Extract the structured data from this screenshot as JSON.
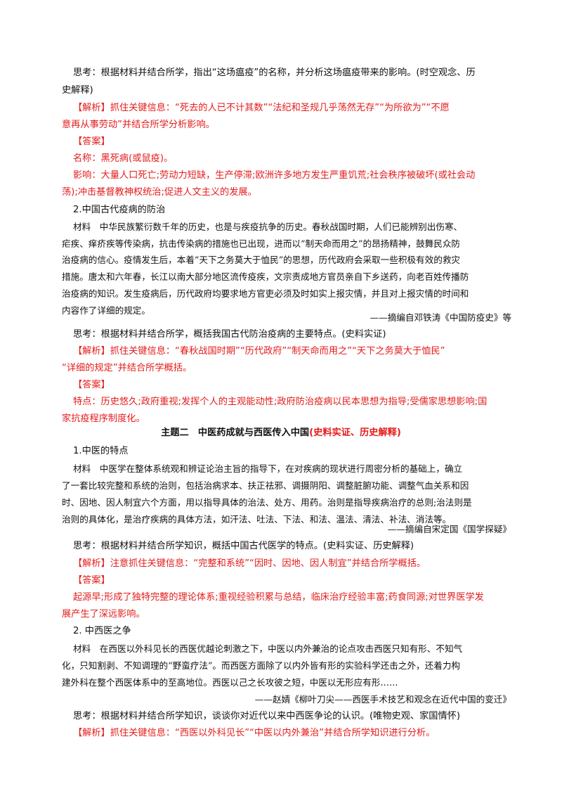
{
  "section1": {
    "think1_a": "思考：根据材料并结合所学，指出“这场瘟疫”的名称，并分析这场瘟疫带来的影响。(时空观念、历",
    "think1_b": "史解释)",
    "analysis1_a": "【解析】抓住关键信息：“死去的人已不计其数”“法纪和圣规几乎荡然无存”“为所欲为”“不愿",
    "analysis1_b": "意再从事劳动”并结合所学分析影响。",
    "answer_label": "【答案】",
    "answer1_name": "名称：黑死病(或鼠疫)。",
    "answer1_impact_a": "影响：大量人口死亡;劳动力短缺，生产停滞;欧洲许多地方发生严重饥荒;社会秩序被破坏(或社会动",
    "answer1_impact_b": "荡);冲击基督教神权统治;促进人文主义的发展。"
  },
  "section2": {
    "heading": "2.中国古代疫病的防治",
    "material": [
      "材料　中华民族繁衍数千年的历史，也是与疾疫抗争的历史。春秋战国时期，人们已能辨别出伤寒、",
      "疟疾、痒疥疾等传染病，抗击传染病的措施也已出现，进而以“制天命而用之”的昂扬精神，鼓舞民众防",
      "治疫病的信心。疫情发生后，本着“天下之务莫大于恤民”的思想，历代政府会采取一些积极有效的救灾",
      "措施。唐太和六年春，长江以南大部分地区流传疫疾，文宗责成地方官员亲自下乡送药，向老百姓传播防",
      "治疫病的知识。发生疫病后，历代政府均要求地方官吏必须及时如实上报灾情，并且对上报灾情的时间和",
      "内容作了详细的规定。"
    ],
    "source": "——摘编自邓铁涛《中国防疫史》等",
    "think": "思考：根据材料并结合所学，概括我国古代防治疫病的主要特点。(史料实证)",
    "analysis_a": "【解析】抓住关键信息：“春秋战国时期”“历代政府”“制天命而用之”“天下之务莫大于恤民”",
    "analysis_b": "“详细的规定”并结合所学概括。",
    "answer_label": "【答案】",
    "answer_a": "特点：历史悠久;政府重视;发挥个人的主观能动性;政府防治疫病以民本思想为指导;受儒家思想影响;国",
    "answer_b": "家抗疫程序制度化。"
  },
  "topic2": {
    "title_black": "主题二　中医药成就与西医传入中国",
    "title_red": "(史料实证、历史解释)"
  },
  "section3": {
    "heading": "1.中医的特点",
    "material": [
      "材料　中医学在整体系统观和辨证论治主旨的指导下，在对疾病的现状进行周密分析的基础上，确立",
      "了一套比较完整和系统的治则，包括治病求本、扶正祛邪、调摄阴阳、调整脏腑功能、调整气血关系和因",
      "时、因地、因人制宜六个方面，用以指导具体的治法、处方、用药。治则是指导疾病治疗的总则;治法则是",
      "治则的具体化，是治疗疾病的具体方法，如汗法、吐法、下法、和法、温法、清法、补法、消法等。"
    ],
    "source": "——摘编自宋定国《国学探疑》",
    "think": "思考：根据材料并结合所学知识，概括中国古代医学的特点。(史料实证、历史解释)",
    "analysis": "【解析】注意抓住关键信息：“完整和系统”“因时、因地、因人制宜”并结合所学概括。",
    "answer_label": "【答案】",
    "answer_a": "起源早;形成了独特完整的理论体系;重视经验积累与总结，临床治疗经验丰富;药食同源;对世界医学发",
    "answer_b": "展产生了深远影响。"
  },
  "section4": {
    "heading": "2. 中西医之争",
    "material": [
      "材料　在西医以外科见长的西医优越论刺激之下，中医以内外兼治的论点攻击西医只知有形、不知气",
      "化，只知割剥、不知调理的“野蛮疗法”。而西医方面除了以内外皆有形的实验科学还击之外，还着力构",
      "建外科在整个西医体系中的至高地位。西医以己之长攻彼之短，中医以无形应有形……"
    ],
    "source": "——赵婧《柳叶刀尖——西医手术技艺和观念在近代中国的变迁》",
    "think": "思考：根据材料并结合所学知识，谈谈你对近代以来中西医争论的认识。(唯物史观、家国情怀)",
    "analysis": "【解析】抓住关键信息：“西医以外科见长”“中医以内外兼治”并结合所学知识进行分析。"
  }
}
